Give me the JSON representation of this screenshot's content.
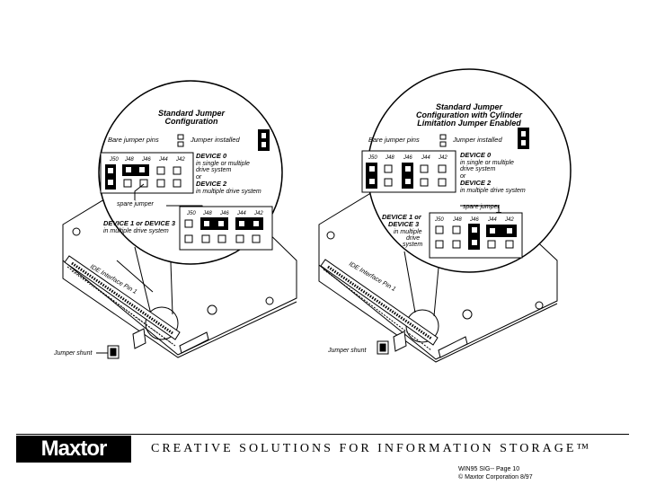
{
  "left_figure": {
    "title_line1": "Standard Jumper",
    "title_line2": "Configuration",
    "bare_pins_label": "Bare jumper pins",
    "installed_label": "Jumper installed",
    "pins_top": [
      "J50",
      "J48",
      "J46",
      "J44",
      "J42"
    ],
    "device0_title": "DEVICE 0",
    "device0_desc1": "in single or multiple",
    "device0_desc2": "drive system",
    "or_label": "or",
    "device2_title": "DEVICE 2",
    "device2_desc": "in multiple drive system",
    "spare_label": "spare jumper",
    "device13_title": "DEVICE 1 or DEVICE 3",
    "device13_desc": "in multiple drive system",
    "pins_bottom": [
      "J50",
      "J48",
      "J46",
      "J44",
      "J42"
    ],
    "ide_label": "IDE Interface Pin 1",
    "shunt_label": "Jumper shunt"
  },
  "right_figure": {
    "title_line1": "Standard Jumper",
    "title_line2": "Configuration with Cylinder",
    "title_line3": "Limitation Jumper Enabled",
    "bare_pins_label": "Bare jumper pins",
    "installed_label": "Jumper installed",
    "pins_top": [
      "J50",
      "J48",
      "J46",
      "J44",
      "J42"
    ],
    "device0_title": "DEVICE 0",
    "device0_desc1": "in single or multiple",
    "device0_desc2": "drive system",
    "or_label": "or",
    "device2_title": "DEVICE 2",
    "device2_desc": "in multiple drive system",
    "spare_label": "spare jumper",
    "device13_line1": "DEVICE 1 or",
    "device13_line2": "DEVICE 3",
    "device13_desc1": "in multiple",
    "device13_desc2": "drive",
    "device13_desc3": "system",
    "pins_bottom": [
      "J50",
      "J48",
      "J46",
      "J44",
      "J42"
    ],
    "ide_label": "IDE Interface Pin 1",
    "shunt_label": "Jumper shunt"
  },
  "footer": {
    "logo": "Maxtor",
    "reg": "®",
    "tagline": "CREATIVE SOLUTIONS FOR INFORMATION STORAGE™",
    "page_ref": "WIN95 SIG-- Page 10",
    "copyright": "© Maxtor Corporation 8/97"
  }
}
